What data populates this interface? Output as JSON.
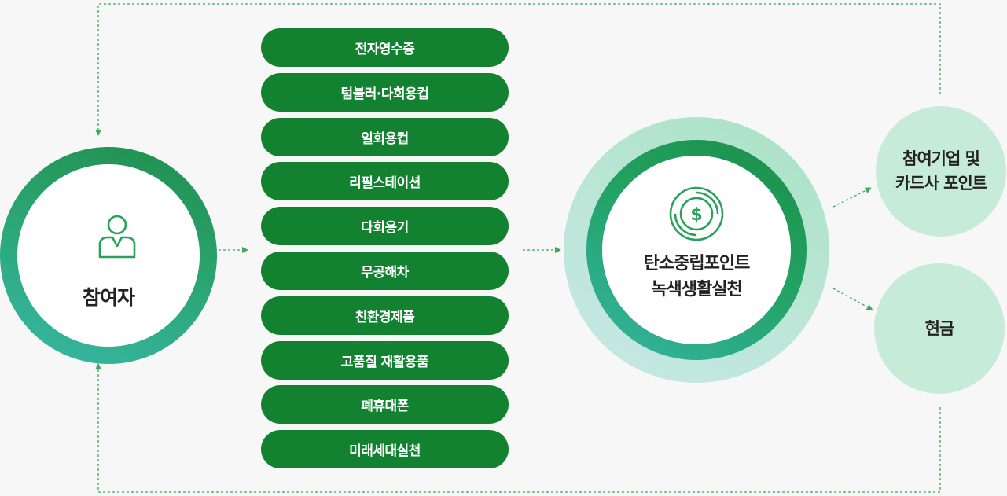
{
  "participant": {
    "label": "참여자",
    "icon": "person-icon"
  },
  "activities": [
    "전자영수증",
    "텀블러·다회용컵",
    "일회용컵",
    "리필스테이션",
    "다회용기",
    "무공해차",
    "친환경제품",
    "고품질 재활용품",
    "폐휴대폰",
    "미래세대실천"
  ],
  "center": {
    "line1": "탄소중립포인트",
    "line2": "녹색생활실천",
    "icon": "dollar-coin-icon"
  },
  "rewards": {
    "reward_1_line1": "참여기업 및",
    "reward_1_line2": "카드사 포인트",
    "reward_2": "현금"
  },
  "colors": {
    "pill": "#128230",
    "ring_dark": "#1f8d4b",
    "ring_teal": "#38b8a8",
    "light_green": "#c6ebd9",
    "connector": "#3aaa5c",
    "background": "#f7f7f7"
  }
}
